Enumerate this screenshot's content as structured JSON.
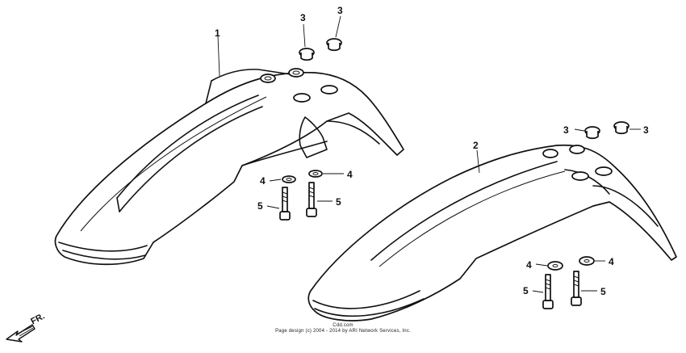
{
  "callouts": {
    "fender_front_a": "1",
    "fender_front_b": "2",
    "cap_nut": "3",
    "washer": "4",
    "bolt": "5"
  },
  "direction_marker": "FR.",
  "footer": {
    "site": "Cdd.com",
    "copyright": "Page design (c) 2004 - 2014 by ARI Network Services, Inc."
  }
}
